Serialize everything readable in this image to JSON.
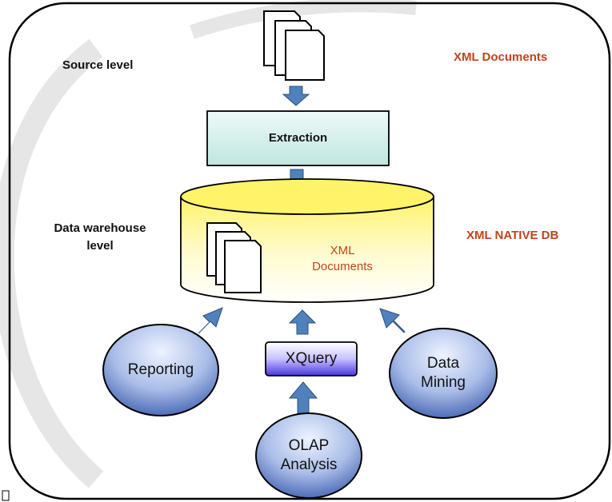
{
  "labels": {
    "source_level": "Source level",
    "xml_documents_top": "XML Documents",
    "extraction": "Extraction",
    "dw_level_line1": "Data warehouse",
    "dw_level_line2": "level",
    "xml_native_db": "XML NATIVE DB",
    "db_docs_line1": "XML",
    "db_docs_line2": "Documents",
    "reporting": "Reporting",
    "xquery": "XQuery",
    "data_mining_line1": "Data",
    "data_mining_line2": "Mining",
    "olap_line1": "OLAP",
    "olap_line2": "Analysis"
  },
  "colors": {
    "label_accent": "#c0441e",
    "arrow_fill": "#4f81bd",
    "extraction_fill": "#d9f2ef",
    "cylinder_fill": "#fff7a8",
    "ellipse_fill": "#5b7fc7",
    "xquery_fill": "#6b5ce6"
  }
}
